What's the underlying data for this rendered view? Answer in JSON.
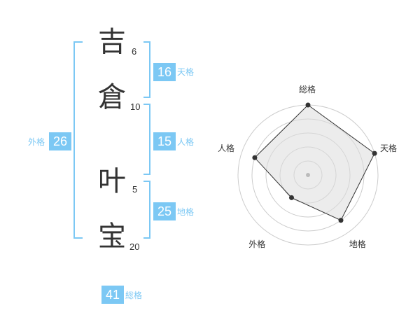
{
  "name": {
    "characters": [
      {
        "char": "吉",
        "strokes": "6"
      },
      {
        "char": "倉",
        "strokes": "10"
      },
      {
        "char": "叶",
        "strokes": "5"
      },
      {
        "char": "宝",
        "strokes": "20"
      }
    ]
  },
  "fortunes": {
    "tenkaku": {
      "value": "16",
      "label": "天格"
    },
    "jinkaku": {
      "value": "15",
      "label": "人格"
    },
    "chikaku": {
      "value": "25",
      "label": "地格"
    },
    "gaikaku": {
      "value": "26",
      "label": "外格"
    },
    "soukaku": {
      "value": "41",
      "label": "総格"
    }
  },
  "colors": {
    "accent": "#7cc8f4",
    "text": "#333333",
    "radar_fill": "#eeeeee",
    "radar_ring": "#cccccc"
  },
  "chart_data": {
    "type": "radar",
    "axes": [
      "総格",
      "天格",
      "地格",
      "外格",
      "人格"
    ],
    "values": [
      5,
      5,
      4,
      2,
      4
    ],
    "max": 5,
    "rings": 5
  }
}
